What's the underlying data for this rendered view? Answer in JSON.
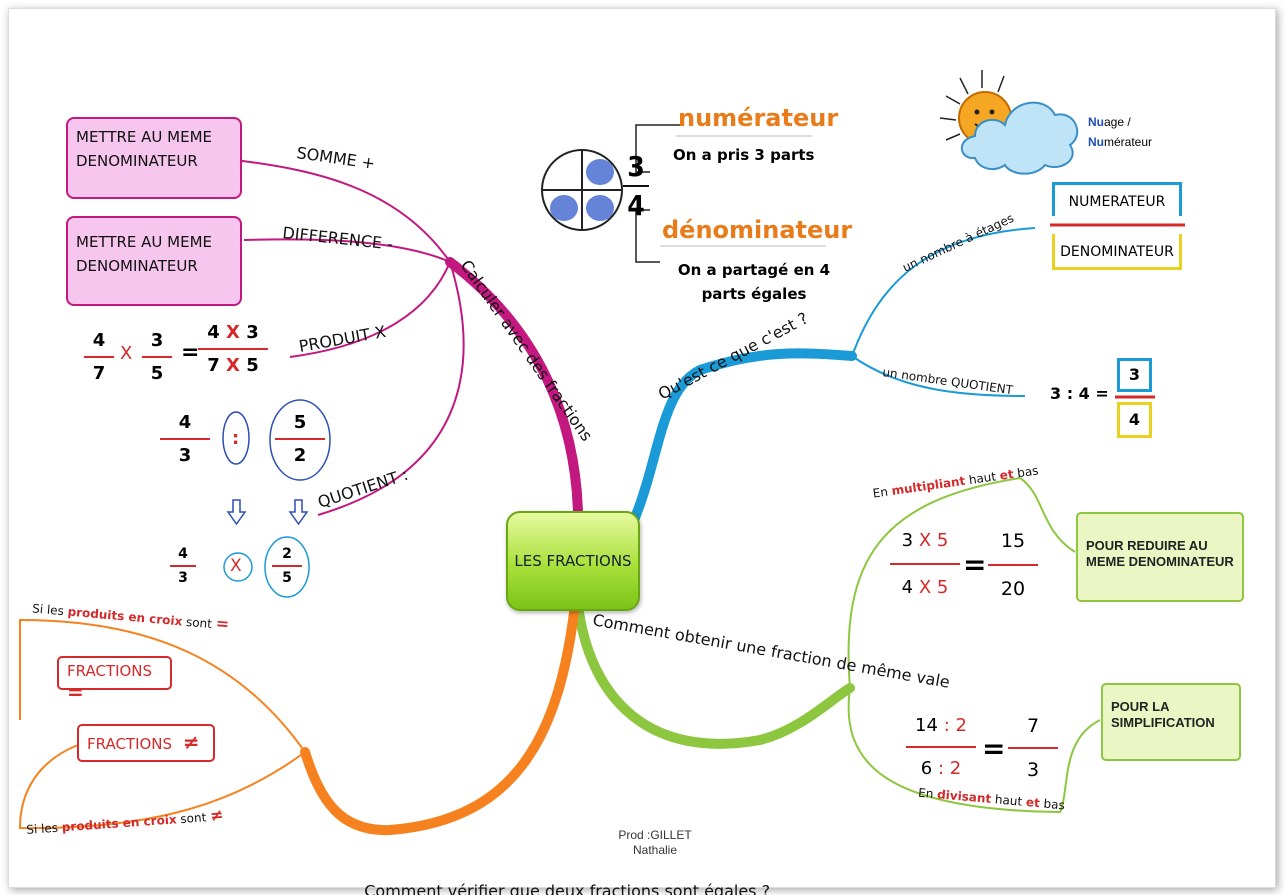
{
  "center": {
    "title": "LES FRACTIONS"
  },
  "branches": {
    "calculer": "Calculer avec des fractions",
    "definition": "Qu'est ce que c'est ?",
    "equivalente": "Comment obtenir une fraction de même vale",
    "verifier": "Comment vérifier que deux fractions sont égales ?"
  },
  "calcul": {
    "somme": "SOMME +",
    "difference": "DIFFERENCE -",
    "produit": "PRODUIT X",
    "quotient": "QUOTIENT :",
    "box_somme": [
      "METTRE AU MEME",
      "DENOMINATEUR"
    ],
    "box_difference": [
      "METTRE AU MEME",
      "DENOMINATEUR"
    ],
    "ex_produit": {
      "a_num": "4",
      "a_den": "7",
      "op": "X",
      "b_num": "3",
      "b_den": "5",
      "eq": "=",
      "r_num_a": "4",
      "r_num_op": "X",
      "r_num_b": "3",
      "r_den_a": "7",
      "r_den_op": "X",
      "r_den_b": "5"
    },
    "ex_quotient1": {
      "a_num": "4",
      "a_den": "3",
      "b_num": "5",
      "b_den": "2"
    },
    "ex_quotient2": {
      "a_num": "4",
      "a_den": "3",
      "op": "X",
      "b_num": "2",
      "b_den": "5"
    }
  },
  "intro": {
    "num": "3",
    "den": "4",
    "numerateur": "numérateur",
    "numerateur_desc": "On a pris 3 parts",
    "denominateur": "dénominateur",
    "denominateur_desc_1": "On a partagé en 4",
    "denominateur_desc_2": "parts égales"
  },
  "nuage": {
    "line1_hl": "Nu",
    "line1_rest": "age /",
    "line2_hl": "Nu",
    "line2_rest": "mérateur"
  },
  "definition": {
    "etages": "un nombre à étages",
    "numerateur_box": "NUMERATEUR",
    "denominateur_box": "DENOMINATEUR",
    "quotient": "un nombre QUOTIENT",
    "ex_left": "3 : 4 =",
    "ex_num": "3",
    "ex_den": "4"
  },
  "equivalente": {
    "mult_pre": "En",
    "mult_hl": "multipliant",
    "mult_mid": "haut",
    "mult_et": "et",
    "mult_post": "bas",
    "div_pre": "En",
    "div_hl": "divisant",
    "div_mid": "haut",
    "div_et": "et",
    "div_post": "bas",
    "box_reduire": "POUR REDUIRE AU MEME DENOMINATEUR",
    "box_simpl_1": "POUR LA",
    "box_simpl_2": "SIMPLIFICATION",
    "ex1": {
      "num": "3",
      "num_op": "X 5",
      "den": "4",
      "den_op": "X 5",
      "eq": "=",
      "r_num": "15",
      "r_den": "20"
    },
    "ex2": {
      "num": "14",
      "num_op": ": 2",
      "den": "6",
      "den_op": ": 2",
      "eq": "=",
      "r_num": "7",
      "r_den": "3"
    }
  },
  "verifier": {
    "top_pre": "Si les",
    "top_hl": "produits en croix",
    "top_post": "sont",
    "top_sym": "=",
    "box_eq": "FRACTIONS",
    "box_eq_sym": "=",
    "box_neq": "FRACTIONS",
    "box_neq_sym": "≠",
    "bot_pre": "Si les",
    "bot_hl": "produits en croix",
    "bot_post": "sont",
    "bot_sym": "≠"
  },
  "credit": {
    "line1": "Prod :GILLET",
    "line2": "Nathalie"
  },
  "colors": {
    "pink": "#c2187f",
    "blue": "#1a9ad6",
    "green": "#8dc63f",
    "orange": "#f5821f",
    "red": "#d42a2a",
    "highlight_blue": "#1f4fb5"
  }
}
